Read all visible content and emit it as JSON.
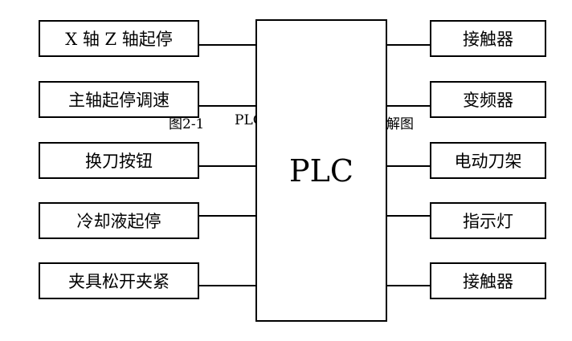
{
  "diagram": {
    "center": {
      "label": "PLC"
    },
    "inputs": [
      {
        "label": "X 轴 Z 轴起停"
      },
      {
        "label": "主轴起停调速"
      },
      {
        "label": "换刀按钮"
      },
      {
        "label": "冷却液起停"
      },
      {
        "label": "夹具松开夹紧"
      }
    ],
    "outputs": [
      {
        "label": "接触器"
      },
      {
        "label": "变频器"
      },
      {
        "label": "电动刀架"
      },
      {
        "label": "指示灯"
      },
      {
        "label": "接触器"
      }
    ],
    "caption": {
      "part1": "图2-1",
      "part2": "PLC",
      "part3": "解图"
    }
  }
}
